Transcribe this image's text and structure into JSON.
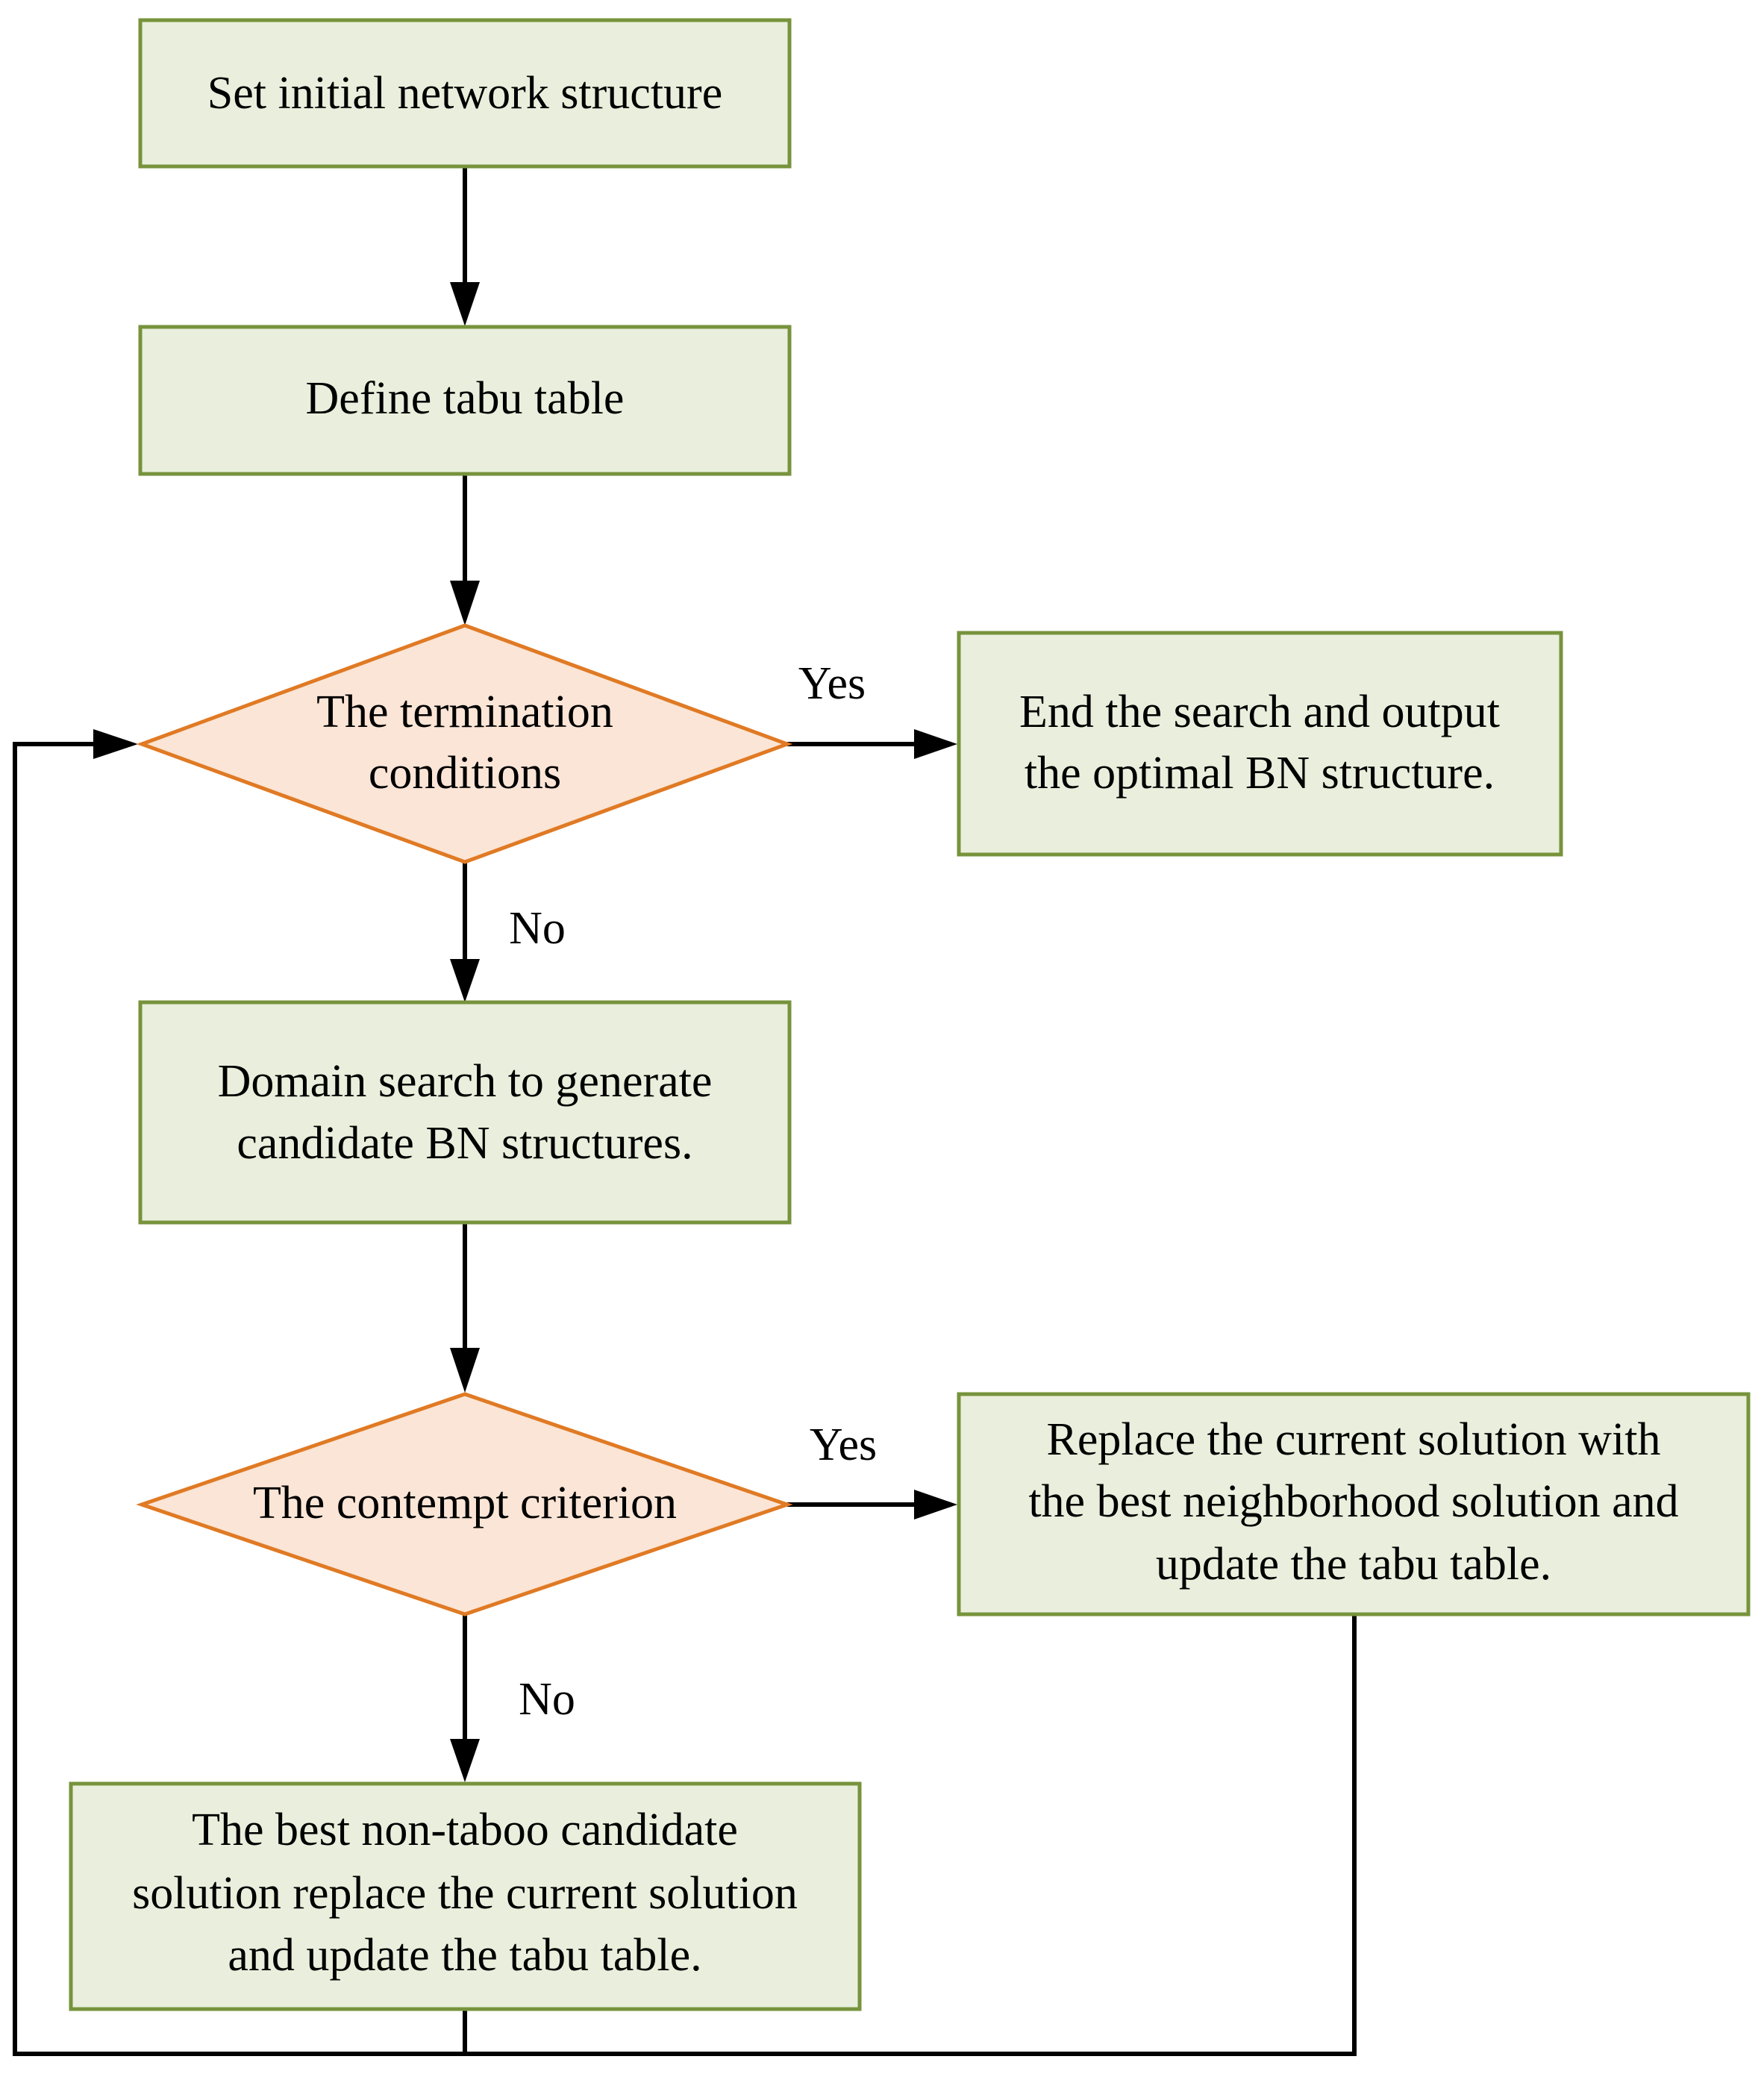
{
  "nodes": {
    "start": {
      "lines": [
        "Set initial network structure"
      ]
    },
    "define_tabu": {
      "lines": [
        "Define tabu table"
      ]
    },
    "termination": {
      "lines": [
        "The termination",
        "conditions"
      ]
    },
    "end": {
      "lines": [
        "End the search and output",
        "the optimal BN structure."
      ]
    },
    "domain_search": {
      "lines": [
        "Domain search to generate",
        "candidate BN structures."
      ]
    },
    "contempt": {
      "lines": [
        "The contempt criterion"
      ]
    },
    "replace_best": {
      "lines": [
        "Replace the current solution with",
        "the best neighborhood solution and",
        "update the tabu table."
      ]
    },
    "replace_nontaboo": {
      "lines": [
        "The best non-taboo candidate",
        "solution replace the current solution",
        "and update the tabu table."
      ]
    }
  },
  "edge_labels": {
    "termination_yes": "Yes",
    "termination_no": "No",
    "contempt_yes": "Yes",
    "contempt_no": "No"
  },
  "colors": {
    "process_fill": "#e9efdc",
    "process_border": "#77933c",
    "decision_fill": "#fbe5d6",
    "decision_border": "#e07a24",
    "connector": "#000000"
  }
}
